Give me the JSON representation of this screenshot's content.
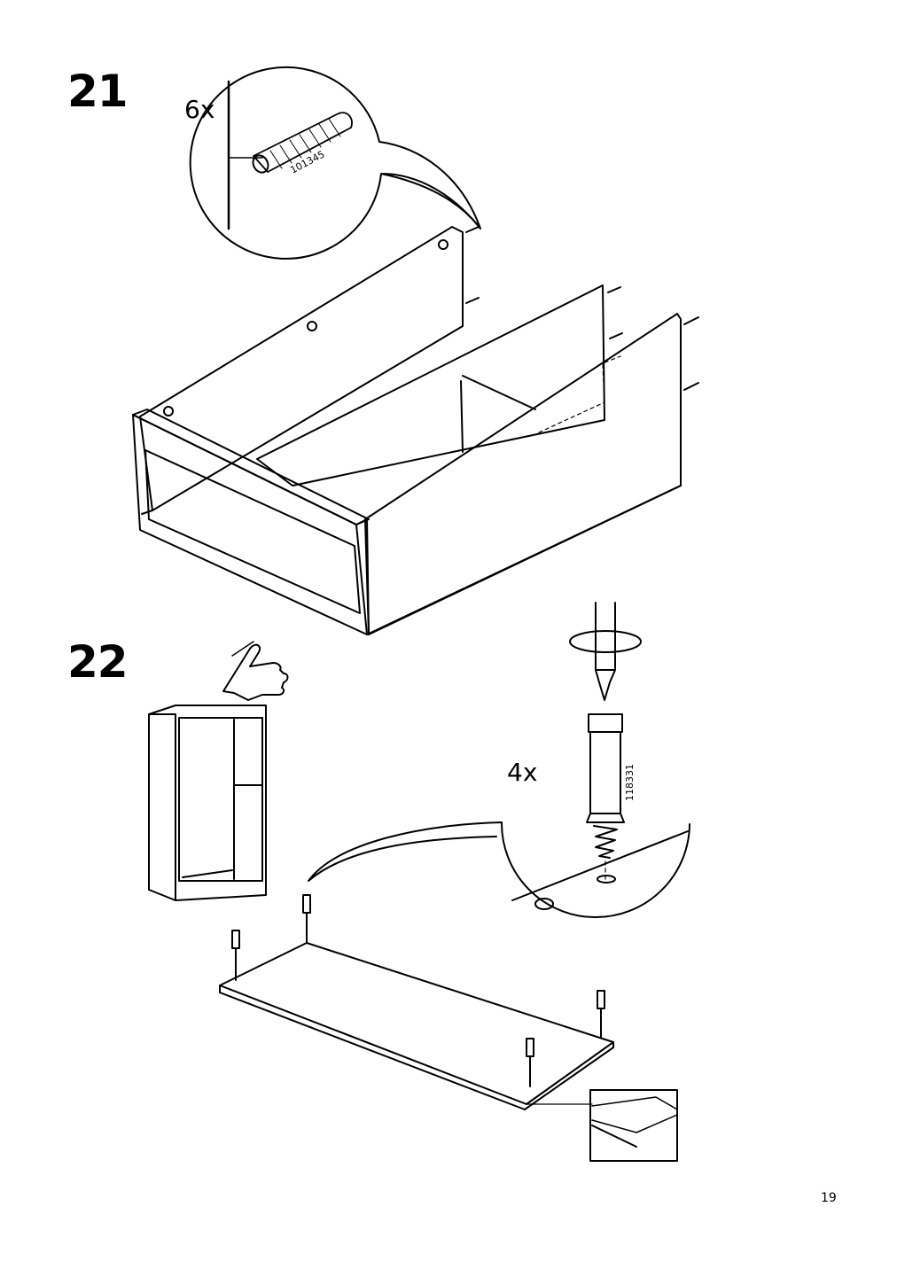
{
  "steps": [
    {
      "number": "21",
      "callout_quantity": "6x",
      "part_number": "101345"
    },
    {
      "number": "22",
      "callout_quantity": "4x",
      "part_number": "118331"
    }
  ],
  "page_number": "19"
}
